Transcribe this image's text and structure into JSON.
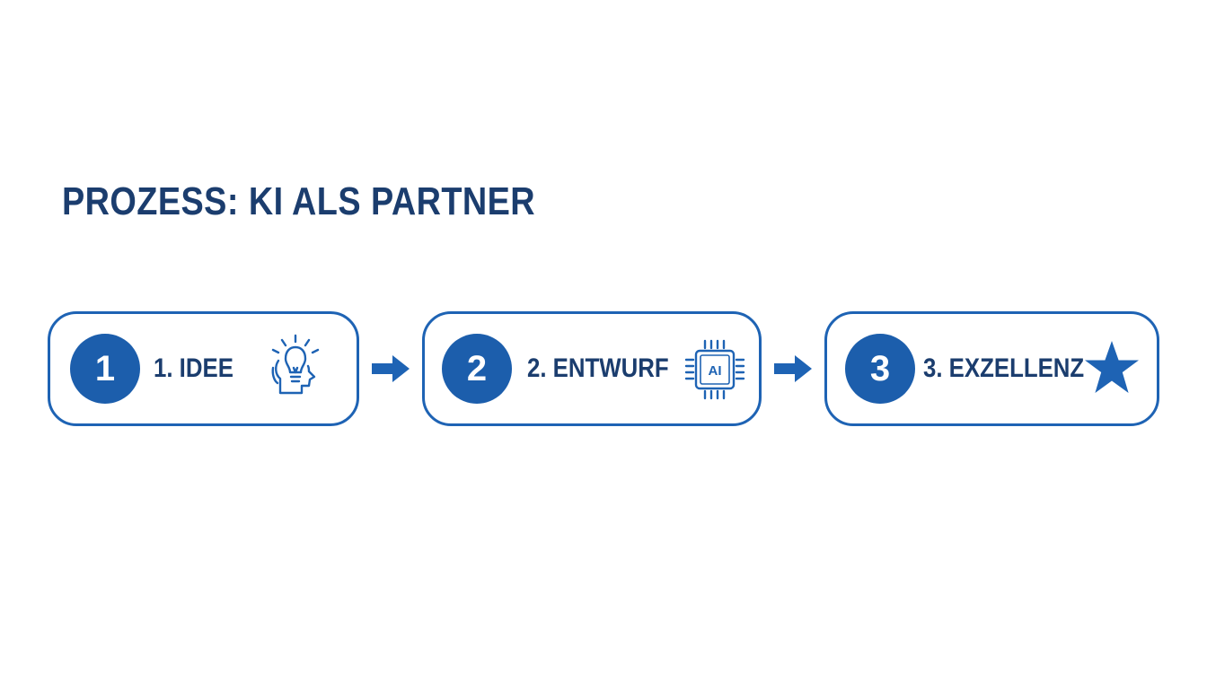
{
  "title": "PROZESS: KI ALS PARTNER",
  "steps": [
    {
      "number": "1",
      "label": "1. IDEE",
      "icon": "lightbulb-head-icon"
    },
    {
      "number": "2",
      "label": "2. ENTWURF",
      "icon": "ai-chip-icon",
      "icon_text": "AI"
    },
    {
      "number": "3",
      "label": "3. EXZELLENZ",
      "icon": "star-icon"
    }
  ],
  "colors": {
    "title": "#1b3d6e",
    "accent": "#1e63b4",
    "badge": "#1c5eac",
    "background": "#ffffff"
  }
}
